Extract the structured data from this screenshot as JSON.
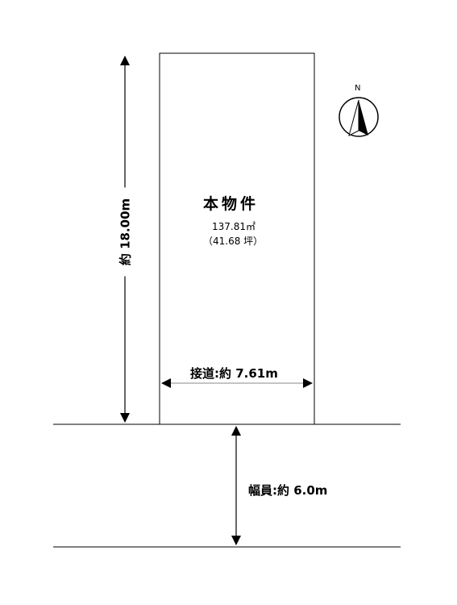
{
  "property": {
    "title": "本物件",
    "area_sqm": "137.81㎡",
    "area_tsubo": "（41.68 坪）"
  },
  "dimensions": {
    "frontage": "接道:約 7.61m",
    "depth": "約 18.00m",
    "road_width": "幅員:約 6.0m"
  },
  "compass": {
    "label": "N"
  },
  "colors": {
    "line": "#000000",
    "guide": "#888888",
    "background": "#ffffff"
  }
}
